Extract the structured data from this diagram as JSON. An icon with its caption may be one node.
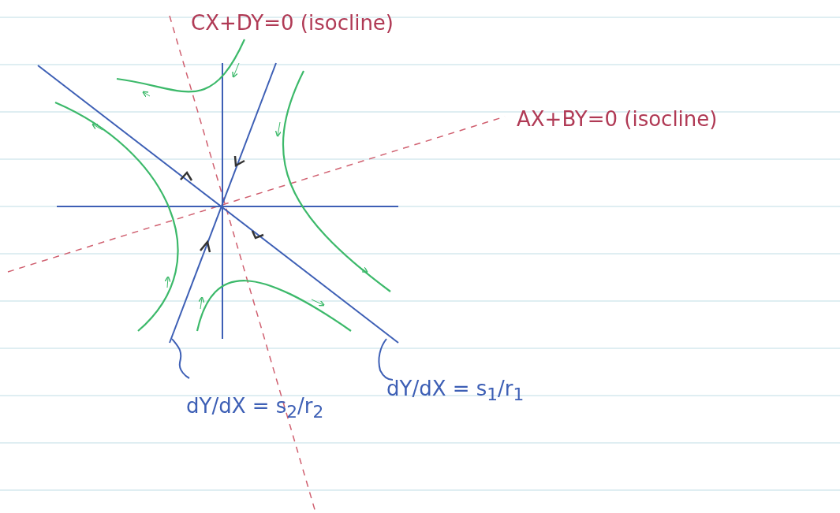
{
  "diagram": {
    "labels": [
      "CX+DY=0 (isocline)",
      "AX+BY=0 (isocline)",
      "dY/dX = s$_{2}$/r$_{2}$",
      "dY/dX = s$_{1}$/r$_{1}$"
    ]
  }
}
